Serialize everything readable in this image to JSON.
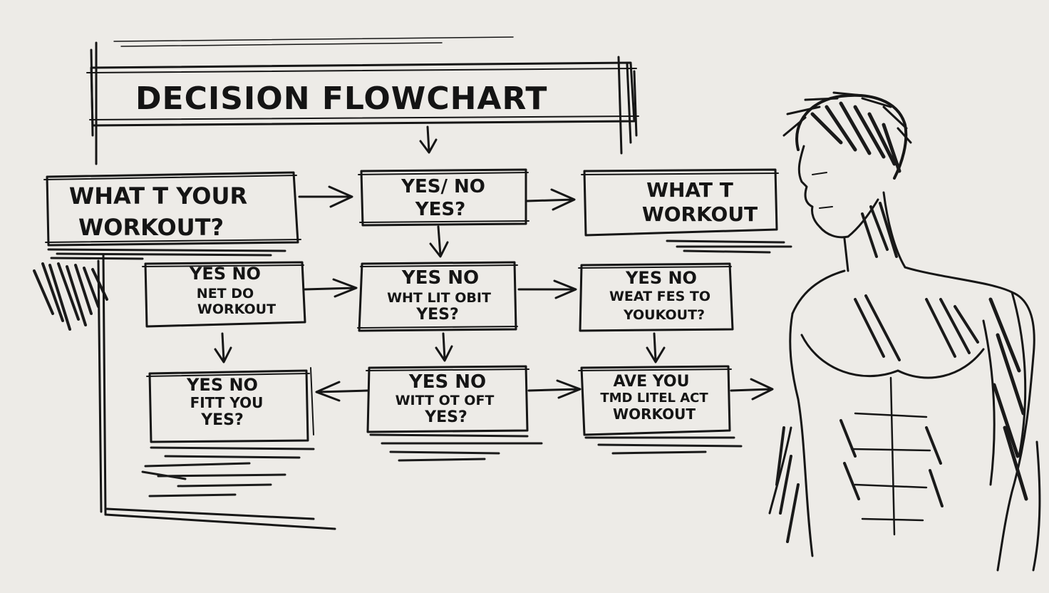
{
  "title": "DECISION FLOWCHART",
  "nodes": [
    {
      "id": "n1",
      "lines": [
        "WHAT T YOUR",
        "WORKOUT?"
      ]
    },
    {
      "id": "n2",
      "lines": [
        "YES/ NO",
        "YES?"
      ]
    },
    {
      "id": "n3",
      "lines": [
        "WHAT T",
        "WORKOUT"
      ]
    },
    {
      "id": "n4",
      "lines": [
        "YES NO",
        "NET DO",
        "WORKOUT"
      ]
    },
    {
      "id": "n5",
      "lines": [
        "YES NO",
        "WHT LIT OBIT",
        "YES?"
      ]
    },
    {
      "id": "n6",
      "lines": [
        "YES NO",
        "WEAT FES TO",
        "YOUKOUT?"
      ]
    },
    {
      "id": "n7",
      "lines": [
        "YES NO",
        "FITT YOU",
        "YES?"
      ]
    },
    {
      "id": "n8",
      "lines": [
        "YES NO",
        "WITT OT OFT",
        "YES?"
      ]
    },
    {
      "id": "n9",
      "lines": [
        "AVE YOU",
        "TMD LITEL ACT",
        "WORKOUT"
      ]
    }
  ],
  "figure": "sketched-athlete-illustration"
}
